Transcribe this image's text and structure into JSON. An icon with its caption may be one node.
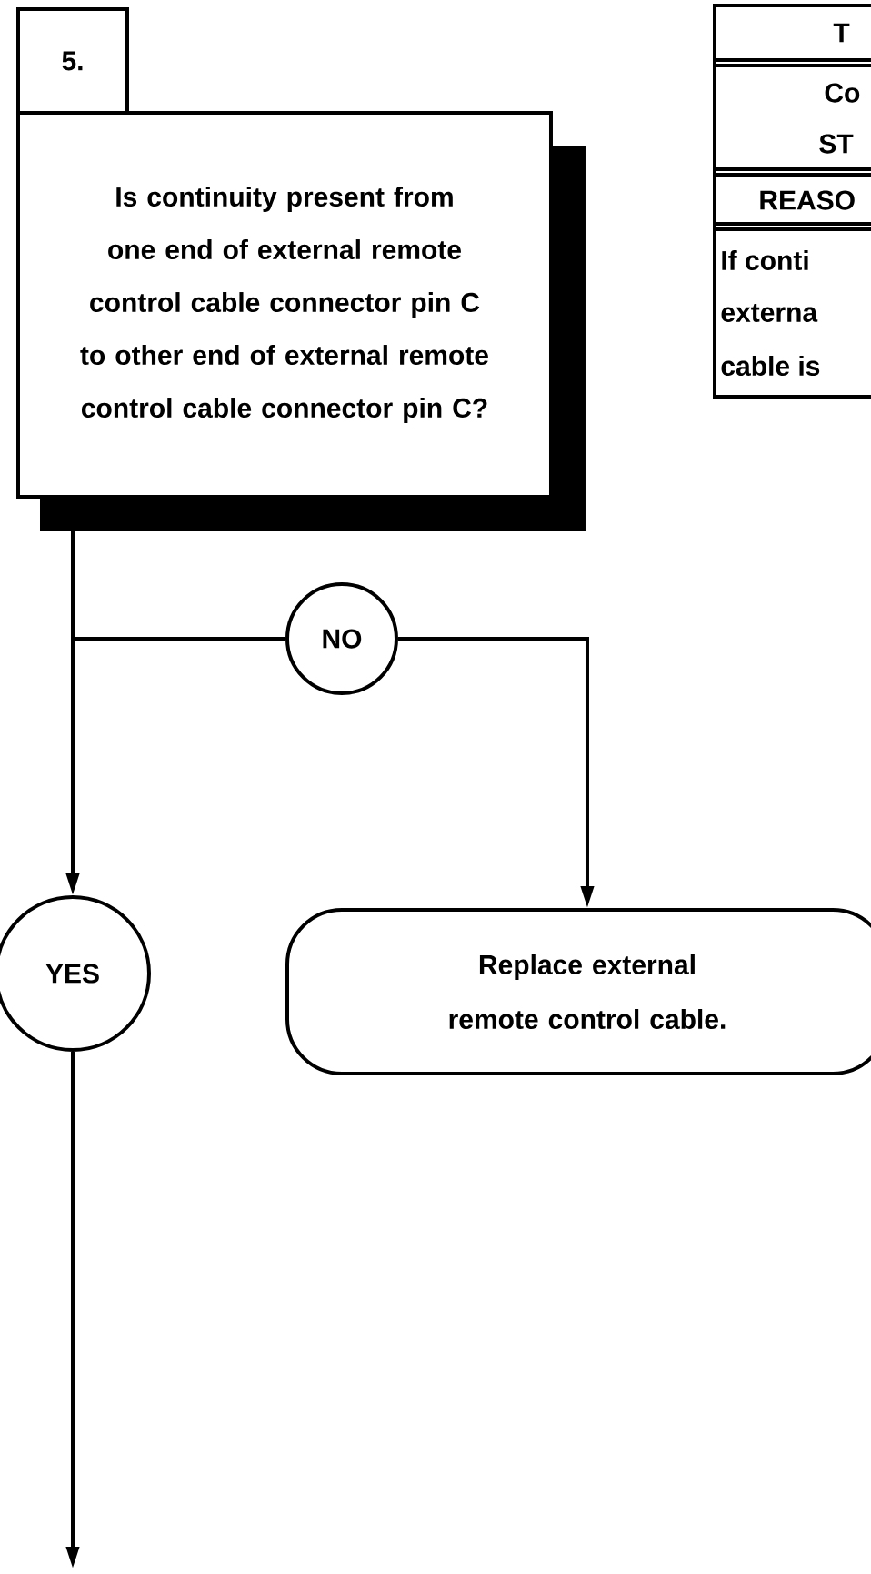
{
  "diagram": {
    "nodes": [
      {
        "text": [
          "5."
        ]
      },
      {
        "text": [
          "Is continuity present from one end of external remote control cable connector pin C to other end of external remote control cable connector pin C?"
        ]
      },
      {
        "text": [
          "NO"
        ]
      },
      {
        "text": [
          "YES"
        ]
      },
      {
        "text": [
          "Replace external remote control cable."
        ]
      }
    ],
    "edges": [
      {
        "from": 1,
        "to": 3,
        "arrow": "to"
      },
      {
        "from": 1,
        "to": 2,
        "arrow": "none"
      },
      {
        "from": 2,
        "to": 4,
        "arrow": "to"
      },
      {
        "from": 3,
        "to": null,
        "arrow": "to"
      }
    ],
    "labels": [
      "T",
      "Co",
      "ST",
      "REASO",
      "If conti",
      "externa",
      "cable is"
    ]
  }
}
